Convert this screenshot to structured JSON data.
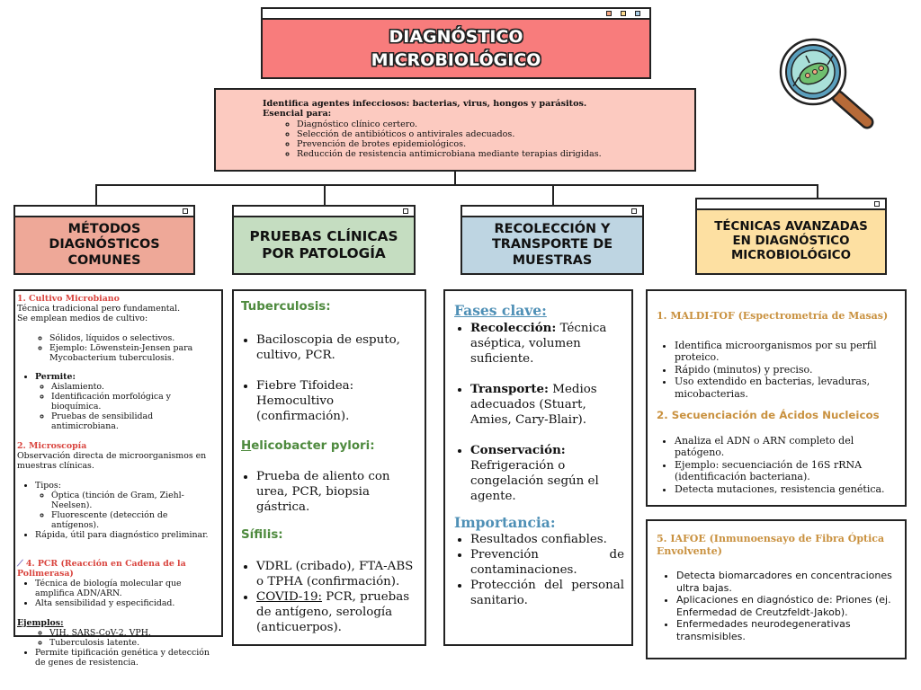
{
  "title": {
    "line1": "DIAGNÓSTICO",
    "line2": "MICROBIOLÓGICO"
  },
  "intro": {
    "line1": "Identifica agentes infecciosos: bacterias, virus, hongos y parásitos.",
    "line2": "Esencial para:",
    "items": [
      "Diagnóstico clínico certero.",
      "Selección de antibióticos o antivirales adecuados.",
      "Prevención de brotes epidemiológicos.",
      "Reducción de resistencia antimicrobiana mediante terapias dirigidas."
    ]
  },
  "colors": {
    "title_bg": "#f87c7c",
    "intro_bg": "#fccac0",
    "h1_bg": "#eea898",
    "h2_bg": "#c5ddc1",
    "h3_bg": "#bed5e2",
    "h4_bg": "#fde0a2",
    "red": "#d9443e",
    "green": "#4e8a3e",
    "blue": "#4f90b6",
    "gold": "#c9913f"
  },
  "headers": {
    "h1": [
      "MÉTODOS",
      "DIAGNÓSTICOS",
      "COMUNES"
    ],
    "h2": [
      "PRUEBAS CLÍNICAS",
      "POR PATOLOGÍA"
    ],
    "h3": [
      "RECOLECCIÓN Y",
      "TRANSPORTE DE",
      "MUESTRAS"
    ],
    "h4": [
      "TÉCNICAS AVANZADAS",
      "EN DIAGNÓSTICO",
      "MICROBIOLÓGICO"
    ]
  },
  "col1": {
    "s1_title": "1. Cultivo Microbiano",
    "s1_l1": "Técnica tradicional pero fundamental.",
    "s1_l2": "Se emplean medios de cultivo:",
    "s1_items": [
      "Sólidos, líquidos o selectivos.",
      "Ejemplo: Löwenstein-Jensen para Mycobacterium tuberculosis."
    ],
    "permite": "Permite:",
    "permite_items": [
      "Aislamiento.",
      "Identificación morfológica y bioquímica.",
      "Pruebas de sensibilidad antimicrobiana."
    ],
    "s2_title": "2. Microscopía",
    "s2_l1": "Observación directa de microorganismos en muestras clínicas.",
    "tipos": "Tipos:",
    "tipos_items": [
      "Óptica (tinción de Gram, Ziehl-Neelsen).",
      "Fluorescente (detección de antígenos)."
    ],
    "s2_rapida": "Rápida, útil para diagnóstico preliminar.",
    "s4_title": "4. PCR (Reacción en Cadena de la Polimerasa)",
    "s4_items": [
      "Técnica de biología molecular que amplifica ADN/ARN.",
      "Alta sensibilidad y especificidad."
    ],
    "ejemplos": "Ejemplos:",
    "ejemplos_items": [
      "VIH, SARS-CoV-2, VPH.",
      "Tuberculosis latente."
    ],
    "s4_last": "Permite tipificación genética y detección de genes de resistencia."
  },
  "col2": {
    "tb_title": "Tuberculosis:",
    "tb_items": [
      "Baciloscopia de esputo, cultivo, PCR.",
      "Fiebre Tifoidea: Hemocultivo (confirmación)."
    ],
    "hp_title_first": "H",
    "hp_title_rest": "elicobacter pylori:",
    "hp_items": [
      "Prueba de aliento con urea, PCR, biopsia gástrica."
    ],
    "sif_title": "Sífilis:",
    "sif_item1": "VDRL (cribado), FTA-ABS o TPHA (confirmación).",
    "covid_label": "COVID-19:",
    "covid_text": " PCR, pruebas de antígeno, serología (anticuerpos)."
  },
  "col3": {
    "fases_title": "Fases clave:",
    "items": [
      {
        "label": "Recolección:",
        "text": " Técnica aséptica, volumen suficiente."
      },
      {
        "label": "Transporte:",
        "text": " Medios adecuados (Stuart, Amies, Cary-Blair)."
      },
      {
        "label": "Conservación:",
        "text": " Refrigeración o congelación según el agente."
      }
    ],
    "imp_title": "Importancia:",
    "imp_items": [
      "Resultados confiables.",
      "Prevención de contaminaciones.",
      "Protección del personal sanitario."
    ]
  },
  "col4": {
    "s1_title": "1. MALDI-TOF (Espectrometría de Masas)",
    "s1_items": [
      "Identifica microorganismos por su perfil proteico.",
      "Rápido (minutos) y preciso.",
      "Uso extendido en bacterias, levaduras, micobacterias."
    ],
    "s2_title": "2. Secuenciación de Ácidos Nucleicos",
    "s2_items": [
      "Analiza el ADN o ARN completo del patógeno.",
      "Ejemplo: secuenciación de 16S rRNA (identificación bacteriana).",
      "Detecta mutaciones, resistencia genética."
    ],
    "s5_title": "5. IAFOE (Inmunoensayo de Fibra Óptica Envolvente)",
    "s5_items": [
      "Detecta biomarcadores en concentraciones ultra bajas.",
      "Aplicaciones en diagnóstico de: Priones (ej. Enfermedad de Creutzfeldt-Jakob).",
      "Enfermedades neurodegenerativas transmisibles."
    ]
  }
}
